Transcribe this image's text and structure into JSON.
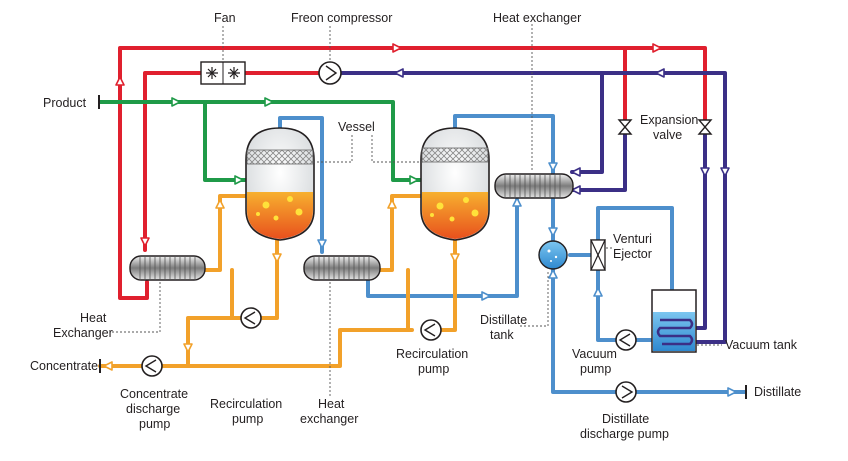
{
  "labels": {
    "fan": "Fan",
    "freon_compressor": "Freon compressor",
    "heat_exchanger_top": "Heat exchanger",
    "product": "Product",
    "vessel": "Vessel",
    "expansion_valve_1": "Expansion",
    "expansion_valve_2": "valve",
    "venturi_1": "Venturi",
    "venturi_2": "Ejector",
    "vacuum_tank": "Vacuum tank",
    "heat_exchanger_left_1": "Heat",
    "heat_exchanger_left_2": "Exchanger",
    "concentrate": "Concentrate",
    "concentrate_pump_1": "Concentrate",
    "concentrate_pump_2": "discharge",
    "concentrate_pump_3": "pump",
    "recirc_pump_left_1": "Recirculation",
    "recirc_pump_left_2": "pump",
    "heat_exchanger_mid_1": "Heat",
    "heat_exchanger_mid_2": "exchanger",
    "recirc_pump_right_1": "Recirculation",
    "recirc_pump_right_2": "pump",
    "distillate_tank_1": "Distillate",
    "distillate_tank_2": "tank",
    "vacuum_pump_1": "Vacuum",
    "vacuum_pump_2": "pump",
    "distillate": "Distillate",
    "distillate_pump_1": "Distillate",
    "distillate_pump_2": "discharge pump"
  },
  "colors": {
    "freon_hot": "#e0202e",
    "freon_cold": "#3b2f86",
    "product": "#1f9a48",
    "concentrate": "#f2a12a",
    "water_vapour": "#4d8fcc"
  }
}
